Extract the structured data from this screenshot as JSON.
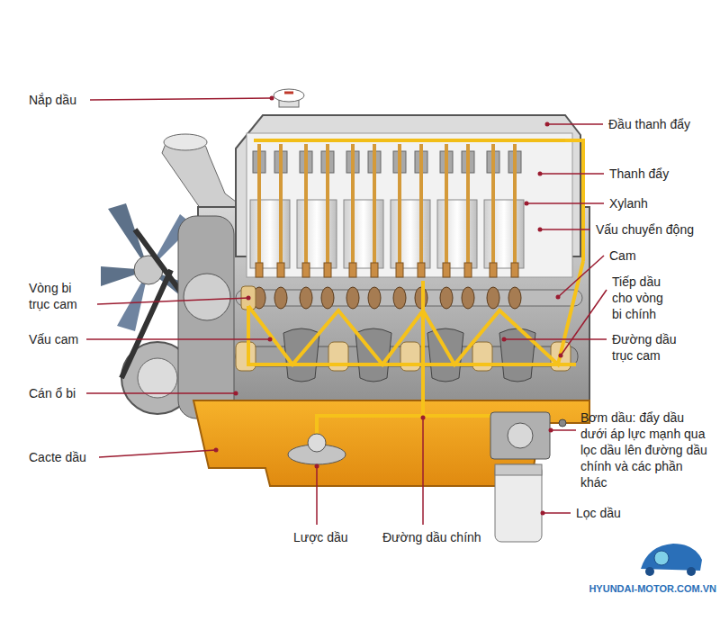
{
  "diagram": {
    "labels": [
      "Nắp dầu",
      "Đầu thanh đẩy",
      "Thanh đẩy",
      "Xylanh",
      "Vấu chuyển động",
      "Cam",
      "Vòng bi trục cam",
      "Tiếp dầu cho vòng bi chính",
      "Vấu cam",
      "Đường dầu trục cam",
      "Cán ổ bi",
      "Bơm dầu: đẩy dầu dưới áp lực mạnh qua lọc dầu lên đường dầu chính và các phần khác",
      "Cacte dầu",
      "Lọc dầu",
      "Lược dầu",
      "Đường dầu chính",
      "HYUNDAI-MOTOR.COM.VN"
    ]
  }
}
